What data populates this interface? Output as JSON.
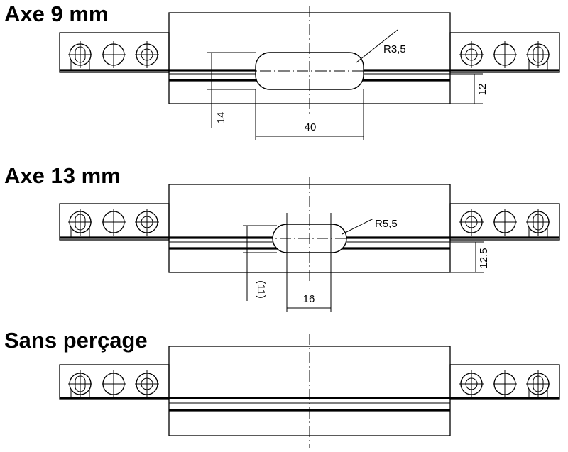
{
  "views": [
    {
      "id": "axe9",
      "title": "Axe 9 mm",
      "radius_label": "R3,5",
      "width_label": "40",
      "height_label": "14",
      "offset_label": "12"
    },
    {
      "id": "axe13",
      "title": "Axe 13 mm",
      "radius_label": "R5,5",
      "width_label": "16",
      "height_label": "(11)",
      "offset_label": "12,5"
    },
    {
      "id": "sans",
      "title": "Sans perçage"
    }
  ],
  "colors": {
    "line": "#000000",
    "background": "#ffffff"
  }
}
